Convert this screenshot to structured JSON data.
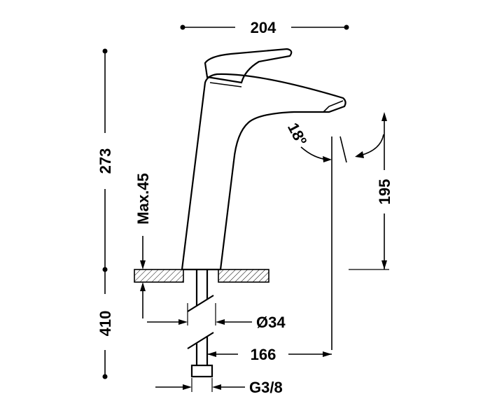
{
  "dimensions": {
    "width_top": "204",
    "height_body": "273",
    "height_below": "410",
    "max_thickness": "Max.45",
    "spout_height": "195",
    "pipe_diameter": "Ø34",
    "reach": "166",
    "thread": "G3/8",
    "angle": "18º"
  },
  "colors": {
    "line": "#000000",
    "background": "#ffffff"
  }
}
